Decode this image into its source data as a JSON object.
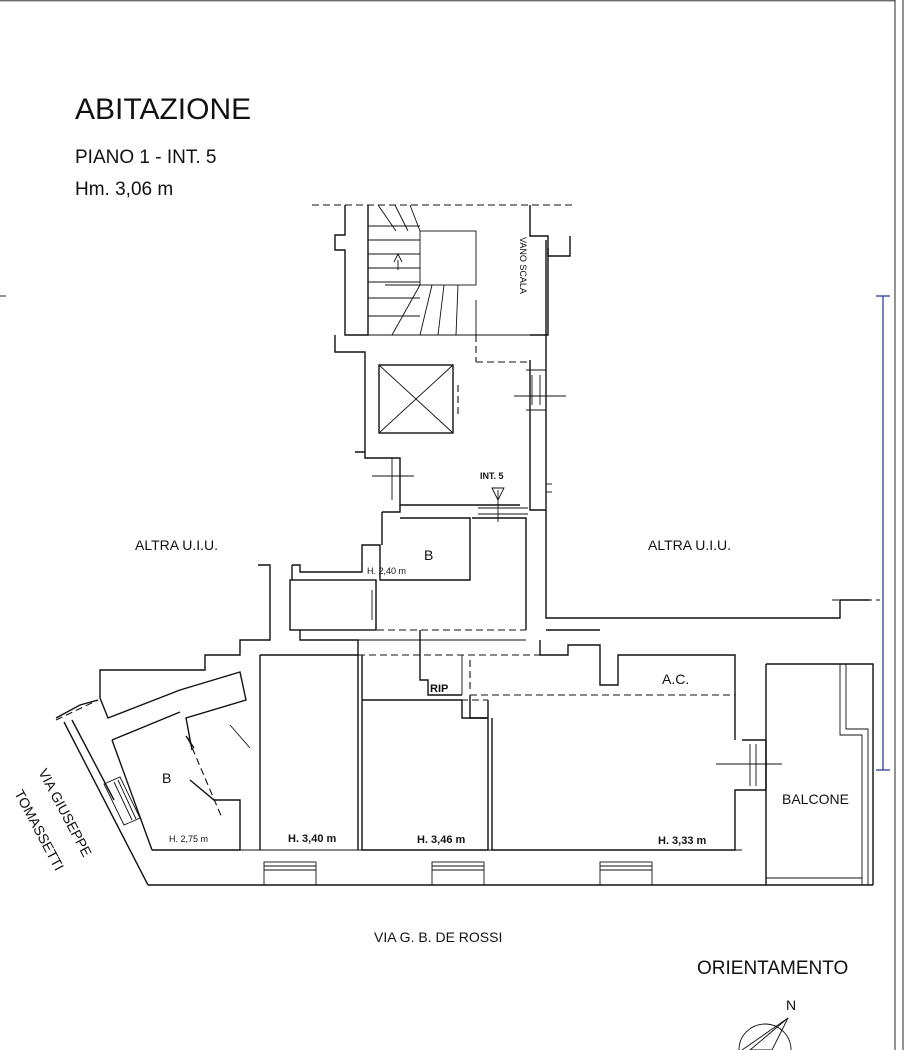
{
  "header": {
    "title": "ABITAZIONE",
    "floor": "PIANO 1 - INT. 5",
    "height": "Hm. 3,06 m"
  },
  "labels": {
    "stair": "VANO SCALA",
    "entrance": "INT. 5",
    "other_unit_left": "ALTRA U.I.U.",
    "other_unit_right": "ALTRA U.I.U.",
    "closet_b_upper": "B",
    "closet_b_upper_height": "H. 2,40 m",
    "closet_b_lower": "B",
    "closet_b_lower_height": "H. 2,75 m",
    "rip": "RIP",
    "ac": "A.C.",
    "room_h1": "H. 3,40 m",
    "room_h2": "H. 3,46 m",
    "room_h3": "H. 3,33 m",
    "balcony": "BALCONE"
  },
  "streets": {
    "bottom": "VIA G. B. DE ROSSI",
    "side_line1": "VIA GIUSEPPE",
    "side_line2": "TOMASSETTI"
  },
  "orientation": {
    "label": "ORIENTAMENTO",
    "north": "N"
  },
  "colors": {
    "line": "#111111",
    "frame_blue": "#2a3f9e"
  }
}
